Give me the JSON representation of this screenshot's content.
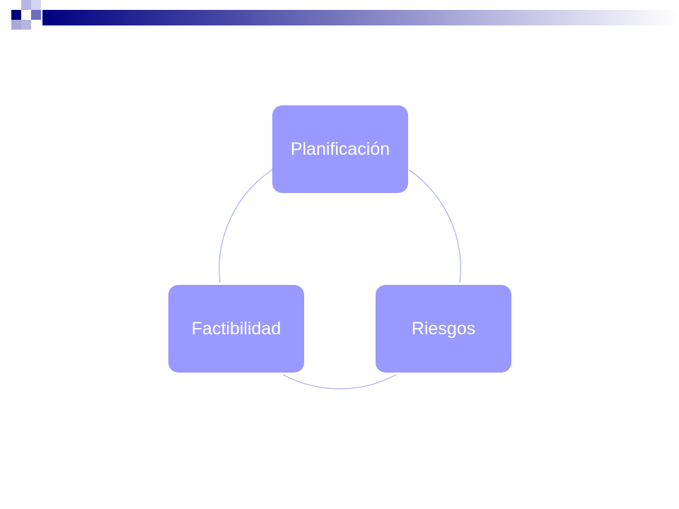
{
  "theme": {
    "node_fill": "#9999ff",
    "connector_color": "#a8acef",
    "header_dark": "#000080",
    "header_medium": "#6f6fbf",
    "header_light": "#b6b6e0"
  },
  "diagram": {
    "type": "cycle",
    "nodes": [
      {
        "label": "Planificación"
      },
      {
        "label": "Riesgos"
      },
      {
        "label": "Factibilidad"
      }
    ]
  }
}
